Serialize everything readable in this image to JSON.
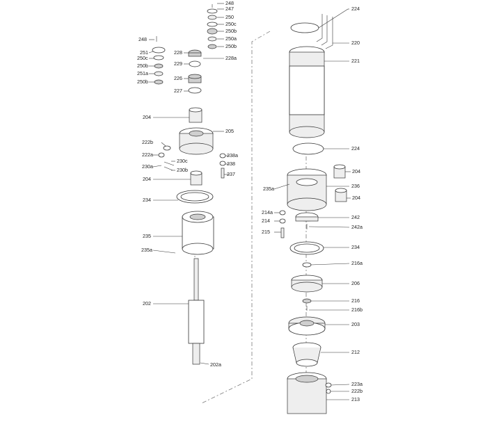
{
  "labels": [
    "248",
    "247",
    "250",
    "250c",
    "250b",
    "250a",
    "250b",
    "248",
    "251",
    "250c",
    "250b",
    "251a",
    "250b",
    "228",
    "228a",
    "229",
    "226",
    "227",
    "204",
    "205",
    "222b",
    "222a",
    "230c",
    "230a",
    "230b",
    "238a",
    "238",
    "237",
    "204",
    "234",
    "235",
    "235a",
    "202",
    "202a",
    "224",
    "220",
    "221",
    "224",
    "204",
    "236",
    "204",
    "235a",
    "214a",
    "214",
    "215",
    "242",
    "242a",
    "234",
    "216a",
    "206",
    "216",
    "216b",
    "203",
    "212",
    "223a",
    "222b",
    "213"
  ]
}
